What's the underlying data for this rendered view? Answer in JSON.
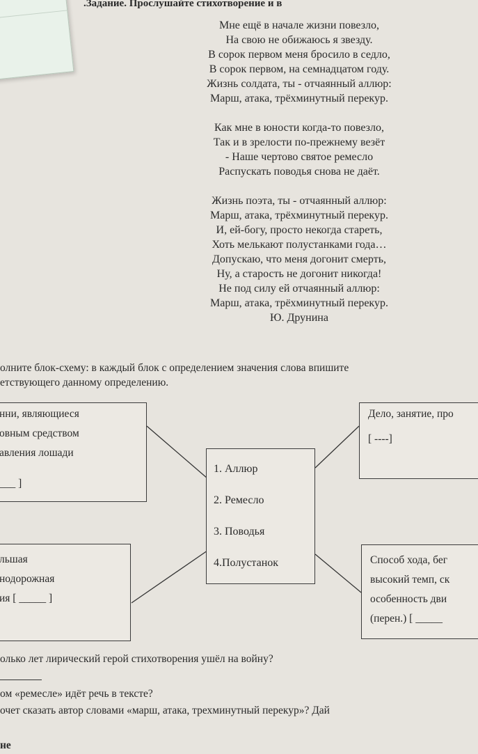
{
  "header": ".Задание. Прослушайте стихотворение и в",
  "poem": {
    "stanzas": [
      [
        "Мне ещё в начале жизни повезло,",
        "На свою не обижаюсь я звезду.",
        "В сорок первом меня бросило в седло,",
        "В сорок первом, на семнадцатом году.",
        "Жизнь солдата, ты - отчаянный аллюр:",
        "Марш, атака, трёхминутный перекур."
      ],
      [
        "Как мне в юности когда-то повезло,",
        "Так и в зрелости по-прежнему везёт",
        "- Наше чертово святое ремесло",
        "Распускать поводья снова не даёт."
      ],
      [
        "Жизнь поэта, ты - отчаянный аллюр:",
        "Марш, атака, трёхминутный перекур.",
        "И, ей-богу, просто некогда стареть,",
        "Хоть мелькают полустанками года…",
        "Допускаю, что меня догонит смерть,",
        "Ну, а старость не догонит никогда!",
        "Не под силу ей отчаянный аллюр:",
        "Марш, атака, трёхминутный перекур."
      ]
    ],
    "author": "Ю. Друнина"
  },
  "task": {
    "line1": "олните блок-схему: в каждый блок с определением значения слова впишите",
    "line2": "етствующего данному определению."
  },
  "boxes": {
    "left1": [
      "нни, являющиеся",
      "овным средством",
      "авления лошади",
      "___ ]"
    ],
    "left2": [
      "льшая",
      "нодорожная",
      "ия [ _____ ]"
    ],
    "right1": [
      "Дело, занятие, про",
      "[ ----]"
    ],
    "right2": [
      "Способ хода, бег",
      "высокий темп, ск",
      "особенность дви",
      "(перен.) [ _____"
    ],
    "center": [
      "1. Аллюр",
      "2. Ремесло",
      "3. Поводья",
      "4.Полустанок"
    ]
  },
  "questions": {
    "q1": "олько лет лирический герой стихотворения ушёл на войну?",
    "q2": "ом «ремесле» идёт речь в тексте?",
    "q3": "очет сказать автор словами «марш, атака, трехминутный перекур»? Дай",
    "q4": "не"
  }
}
